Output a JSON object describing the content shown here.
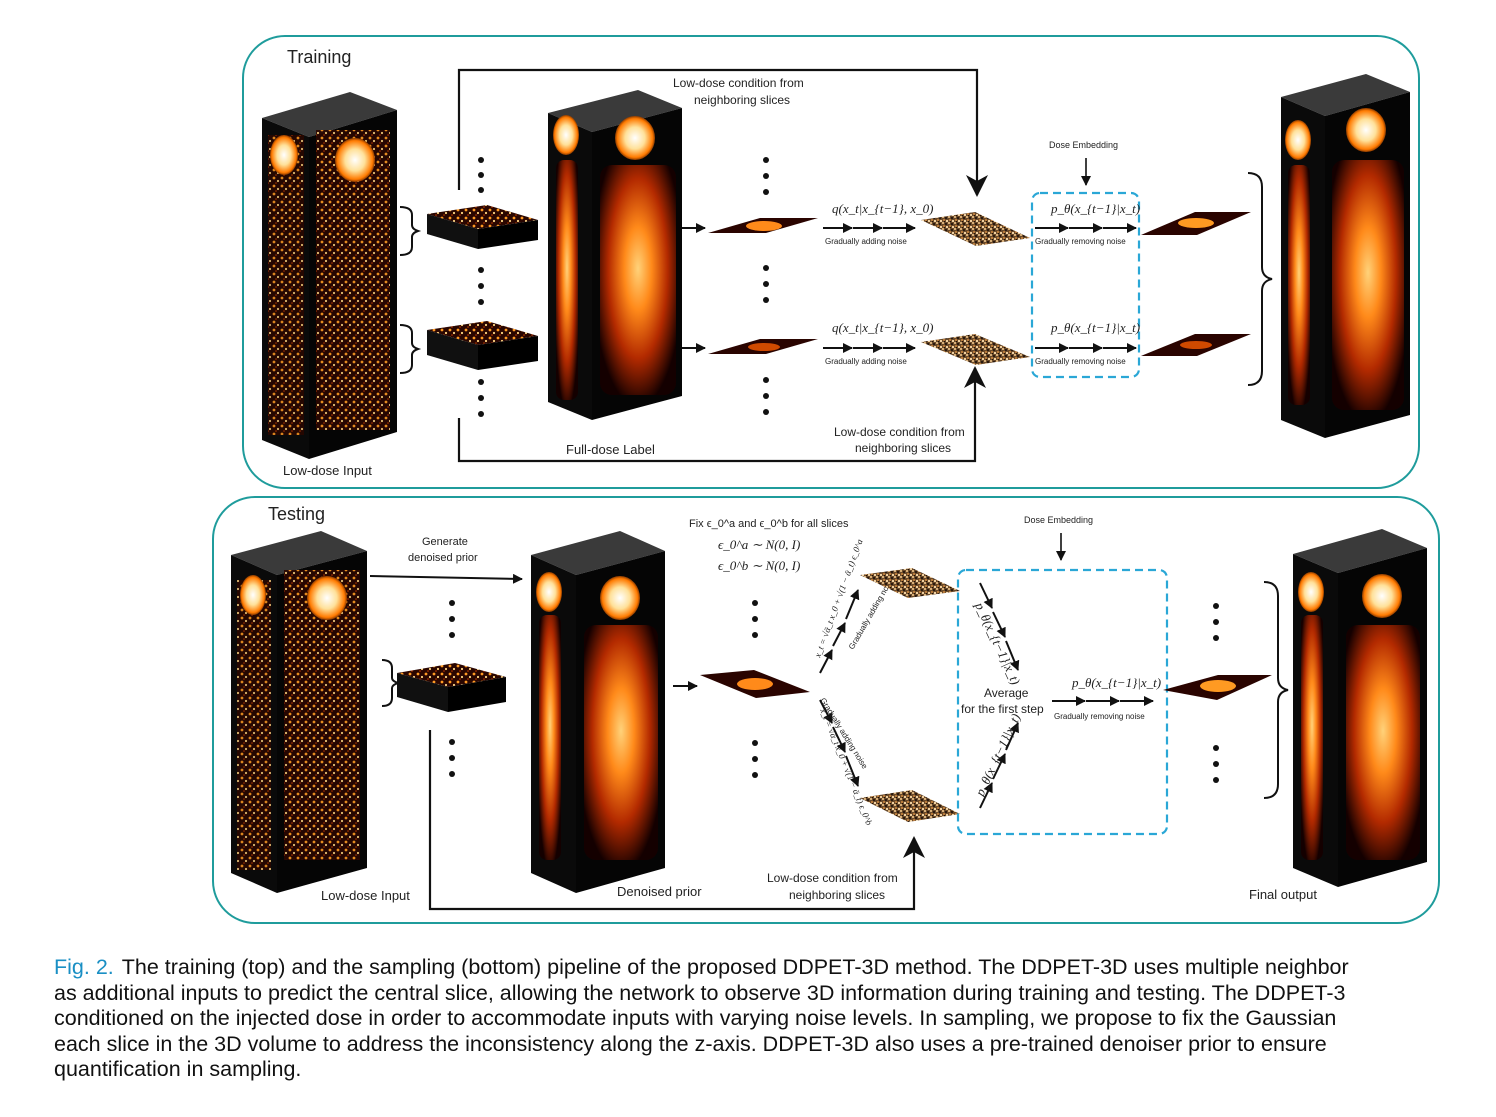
{
  "training": {
    "title": "Training",
    "low_dose_input": "Low-dose Input",
    "full_dose_label": "Full-dose Label",
    "cond_top_1": "Low-dose condition from",
    "cond_top_2": "neighboring slices",
    "cond_bottom_1": "Low-dose condition from",
    "cond_bottom_2": "neighboring slices",
    "dose_embedding": "Dose Embedding",
    "forward_formula": "q(x_t|x_{t−1}, x_0)",
    "adding_noise": "Gradually adding noise",
    "reverse_formula": "p_θ(x_{t−1}|x_t)",
    "removing_noise": "Gradually removing noise"
  },
  "testing": {
    "title": "Testing",
    "generate_prior_1": "Generate",
    "generate_prior_2": "denoised prior",
    "fix_noise": "Fix ϵ_0^a and ϵ_0^b for all slices",
    "eps_a": "ϵ_0^a ∼ N(0, I)",
    "eps_b": "ϵ_0^b ∼ N(0, I)",
    "forward_a": "x_t = √ᾱ_t x_0 + √(1 − ᾱ_t) ϵ_0^a",
    "forward_b": "x_t = √ᾱ_t x_0 + √(1 − ᾱ_t) ϵ_0^b",
    "adding_noise": "Gradually adding noise",
    "dose_embedding": "Dose Embedding",
    "reverse_top": "p_θ(x_{t−1}|x_t)",
    "reverse_bottom": "p_θ(x_{t−1}|x_t)",
    "average_1": "Average",
    "average_2": "for the first step",
    "reverse_main": "p_θ(x_{t−1}|x_t)",
    "removing_noise": "Gradually removing noise",
    "low_dose_input": "Low-dose Input",
    "denoised_prior": "Denoised prior",
    "cond_1": "Low-dose condition from",
    "cond_2": "neighboring slices",
    "final_output": "Final output"
  },
  "caption": {
    "label": "Fig. 2.",
    "lines": [
      "The training (top) and the sampling (bottom) pipeline of the proposed DDPET-3D method. The DDPET-3D uses multiple neighbor",
      "as additional inputs to predict the central slice, allowing the network to observe 3D information during training and testing. The DDPET-3",
      "conditioned on the injected dose in order to accommodate inputs with varying noise levels. In sampling, we propose to fix the Gaussian",
      "each slice in the 3D volume to address the inconsistency along the z-axis. DDPET-3D also uses a pre-trained denoiser prior to ensure",
      "quantification in sampling."
    ]
  },
  "colors": {
    "panel_border": "#1f9c9c",
    "dashed_box": "#2aa7d6",
    "caption_label": "#1a8fc4",
    "pet_hot": "#ff7a00"
  }
}
